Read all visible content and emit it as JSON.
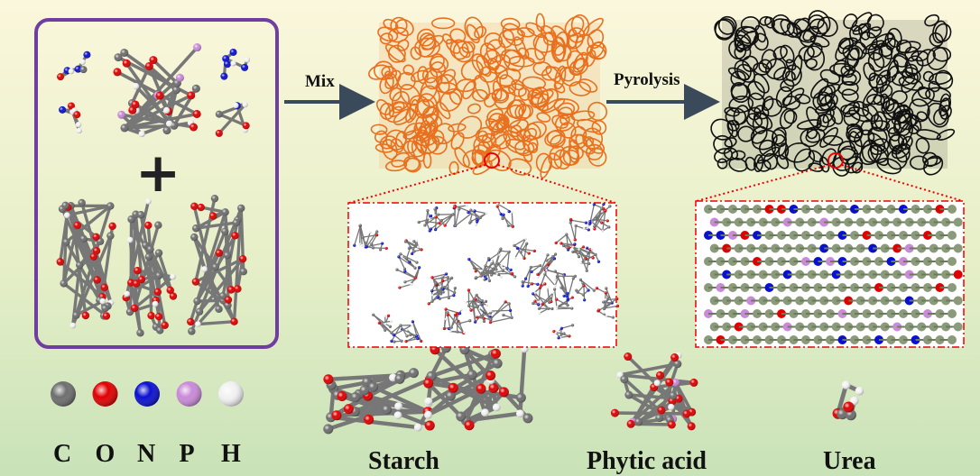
{
  "steps": {
    "mix": "Mix",
    "pyrolysis": "Pyrolysis"
  },
  "legend": [
    {
      "symbol": "C",
      "color": "#6e6e6e"
    },
    {
      "symbol": "O",
      "color": "#e00000"
    },
    {
      "symbol": "N",
      "color": "#0a10d0"
    },
    {
      "symbol": "P",
      "color": "#c98ad8"
    },
    {
      "symbol": "H",
      "color": "#f2f2f2"
    }
  ],
  "molecules": {
    "starch": "Starch",
    "phytic": "Phytic acid",
    "urea": "Urea"
  },
  "colors": {
    "frame": "#6f3ea0",
    "network_raw": "#e8701e",
    "network_carbon": "#111111",
    "highlight": "#e00000"
  }
}
